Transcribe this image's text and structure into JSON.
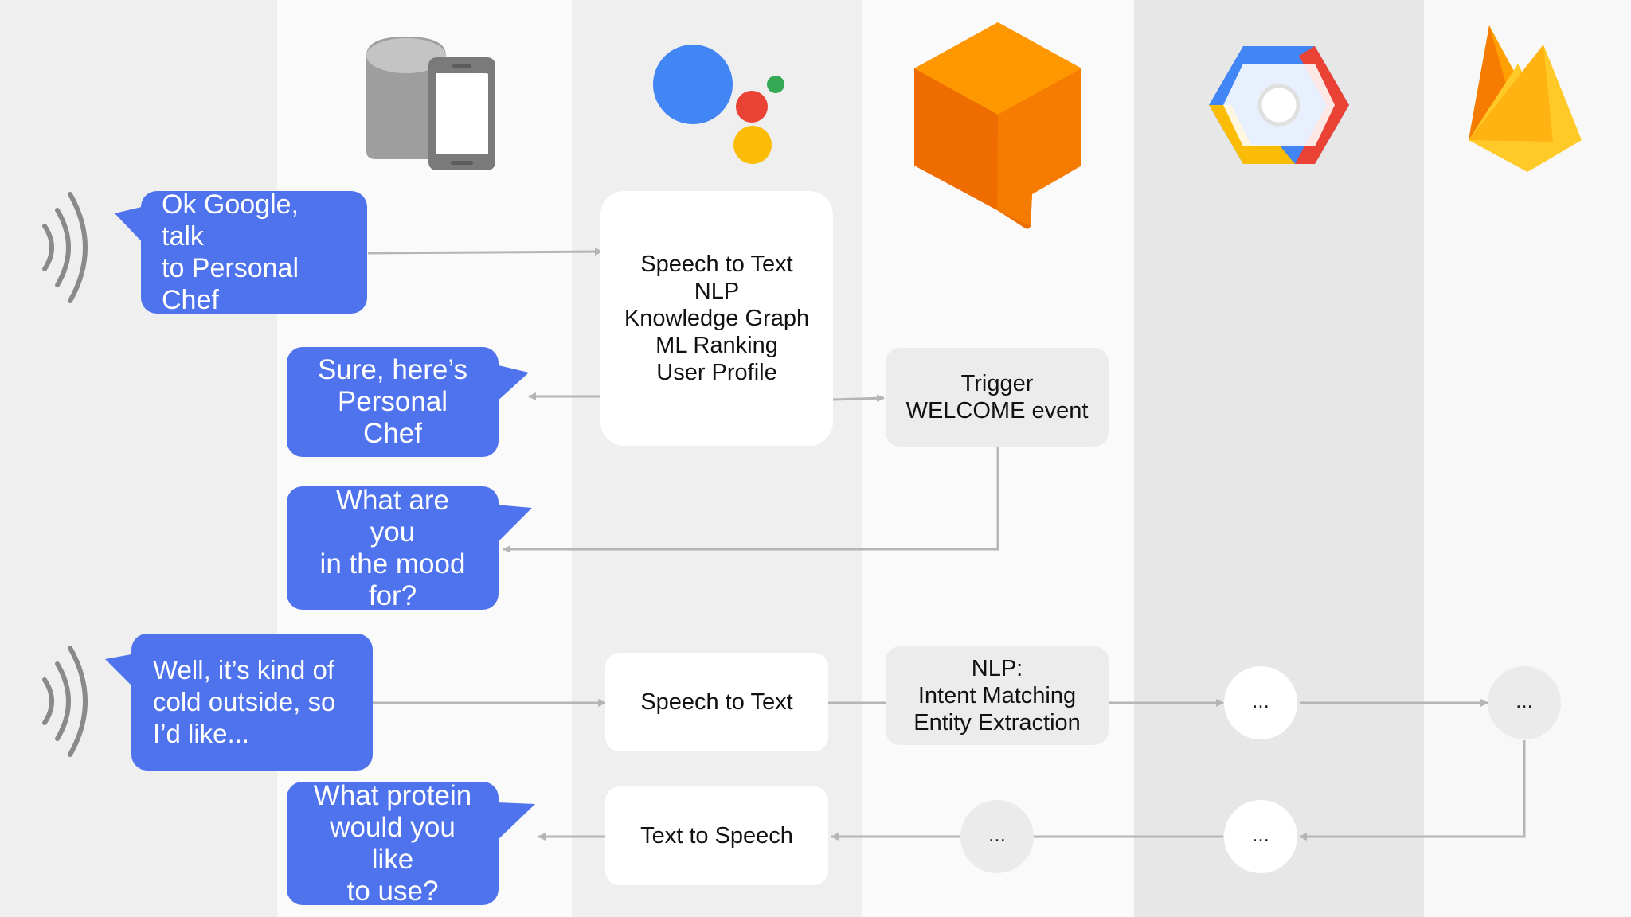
{
  "colors": {
    "bubble": "#4e73ec",
    "arrow": "#b5b5b5",
    "lane_light": "#efefef",
    "lane_white": "#fafafa",
    "lane_mid": "#e7e7e7"
  },
  "lanes": [
    {
      "id": "user",
      "icon": "sound-waves-icon"
    },
    {
      "id": "device",
      "icon": "smart-speaker-and-phone-icon"
    },
    {
      "id": "assistant",
      "icon": "google-assistant-icon"
    },
    {
      "id": "dialogflow",
      "icon": "dialogflow-icon"
    },
    {
      "id": "cloud",
      "icon": "google-cloud-icon"
    },
    {
      "id": "firebase",
      "icon": "firebase-icon"
    }
  ],
  "bubbles": {
    "ok_google": "Ok Google, talk\nto Personal\nChef",
    "sure": "Sure, here’s\nPersonal Chef",
    "mood": "What are you\nin the mood\nfor?",
    "cold": "Well, it’s kind of\ncold outside, so\nI’d like...",
    "protein": "What protein\nwould you like\nto use?"
  },
  "boxes": {
    "assistant_pipeline": "Speech to Text\nNLP\nKnowledge Graph\nML Ranking\nUser Profile",
    "trigger": "Trigger\nWELCOME event",
    "stt": "Speech to Text",
    "nlp": "NLP:\nIntent Matching\nEntity Extraction",
    "tts": "Text to Speech"
  },
  "ellipsis": {
    "cloud_top": "...",
    "firebase_top": "...",
    "dialogflow_bottom": "...",
    "cloud_bottom": "..."
  }
}
